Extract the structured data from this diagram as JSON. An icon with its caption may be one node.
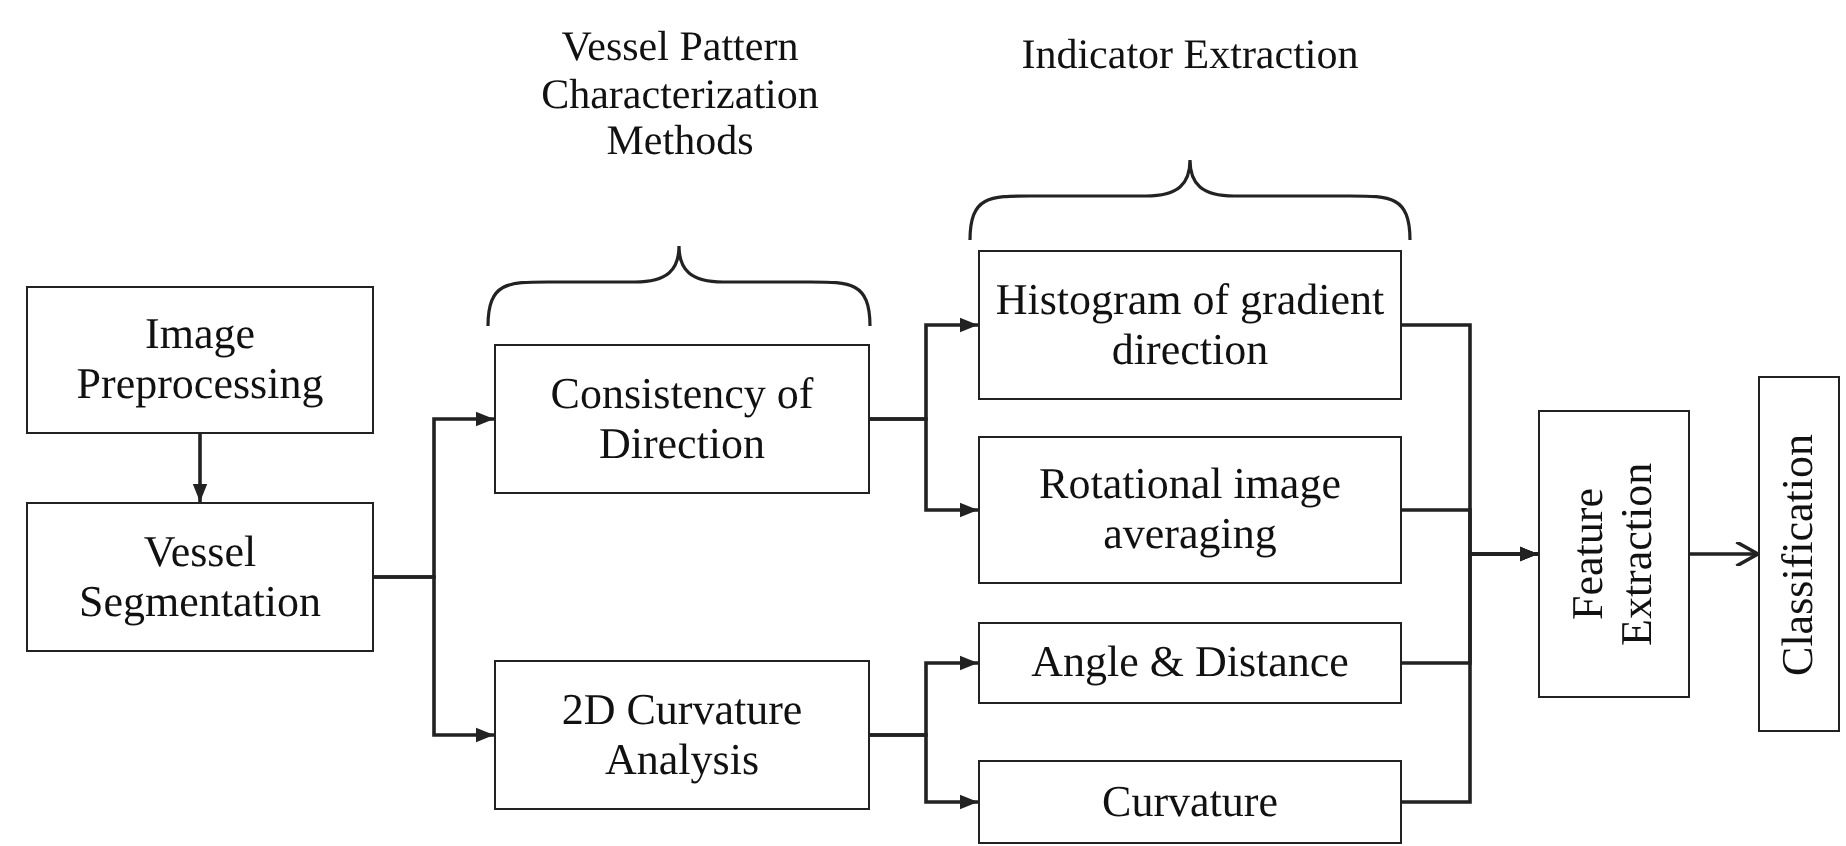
{
  "diagram": {
    "nodes": [
      {
        "text": [
          "Image Preprocessing"
        ]
      },
      {
        "text": [
          "Vessel Segmentation"
        ]
      },
      {
        "text": [
          "Consistency of Direction"
        ]
      },
      {
        "text": [
          "2D Curvature Analysis"
        ]
      },
      {
        "text": [
          "Histogram of gradient direction"
        ]
      },
      {
        "text": [
          "Rotational image averaging"
        ]
      },
      {
        "text": [
          "Angle & Distance"
        ]
      },
      {
        "text": [
          "Curvature"
        ]
      },
      {
        "text": [
          "Feature Extraction"
        ]
      },
      {
        "text": [
          "Classification"
        ]
      }
    ],
    "edges": [
      {
        "from": 0,
        "to": 1,
        "arrow": "to"
      },
      {
        "from": 1,
        "to": 2,
        "arrow": "to"
      },
      {
        "from": 1,
        "to": 3,
        "arrow": "to"
      },
      {
        "from": 2,
        "to": 4,
        "arrow": "to"
      },
      {
        "from": 2,
        "to": 5,
        "arrow": "to"
      },
      {
        "from": 3,
        "to": 6,
        "arrow": "to"
      },
      {
        "from": 3,
        "to": 7,
        "arrow": "to"
      },
      {
        "from": 4,
        "to": 8,
        "arrow": "to"
      },
      {
        "from": 5,
        "to": 8,
        "arrow": "to"
      },
      {
        "from": 6,
        "to": 8,
        "arrow": "to"
      },
      {
        "from": 7,
        "to": 8,
        "arrow": "to"
      },
      {
        "from": 8,
        "to": 9,
        "arrow": "to"
      }
    ],
    "labels": [
      "Vessel Pattern Characterization Methods",
      "Indicator Extraction"
    ]
  }
}
